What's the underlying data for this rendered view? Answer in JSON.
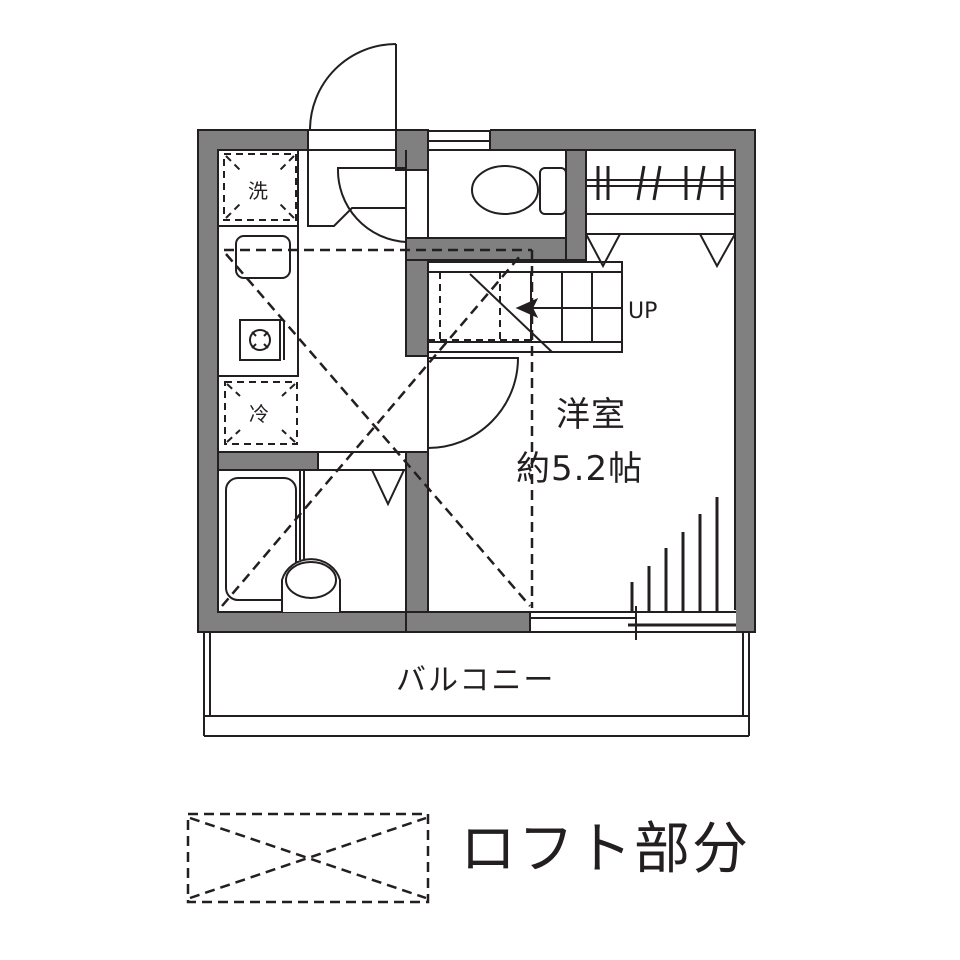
{
  "floor_plan": {
    "colors": {
      "wall": "#808080",
      "line": "#231f20",
      "background": "#ffffff"
    },
    "fixtures": {
      "washer_label": "洗",
      "fridge_label": "冷"
    },
    "stairs": {
      "direction_label": "UP"
    },
    "rooms": [
      {
        "name": "洋室",
        "size": "約5.2帖"
      }
    ],
    "balcony": {
      "label": "バルコニー"
    }
  },
  "legend": {
    "loft_label": "ロフト部分",
    "symbol": "dashed-rectangle-with-x"
  }
}
